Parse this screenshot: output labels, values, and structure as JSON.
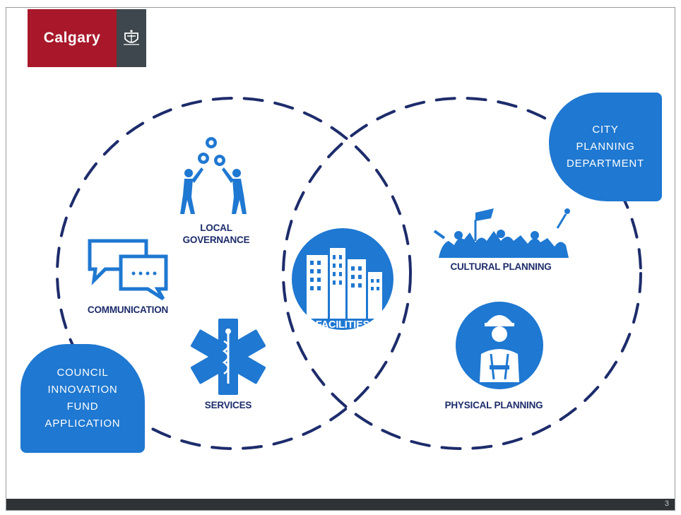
{
  "logo": {
    "text": "Calgary"
  },
  "labels": {
    "local_governance_1": "LOCAL",
    "local_governance_2": "GOVERNANCE",
    "communication": "COMMUNICATION",
    "services": "SERVICES",
    "facilities": "FACILITIES",
    "cultural_planning": "CULTURAL PLANNING",
    "physical_planning": "PHYSICAL PLANNING"
  },
  "callouts": {
    "city_planning": [
      "CITY",
      "PLANNING",
      "DEPARTMENT"
    ],
    "council": [
      "COUNCIL",
      "INNOVATION",
      "FUND",
      "APPLICATION"
    ]
  },
  "footer": {
    "page": "3"
  },
  "colors": {
    "accent_blue": "#1f78d1",
    "dark_navy": "#1d2c6b",
    "calgary_red": "#a8182a",
    "logo_gray": "#3e474d"
  },
  "icons": [
    "gear-team-icon",
    "chat-bubbles-icon",
    "star-of-life-icon",
    "buildings-icon",
    "crowd-icon",
    "worker-icon",
    "crest-icon"
  ]
}
